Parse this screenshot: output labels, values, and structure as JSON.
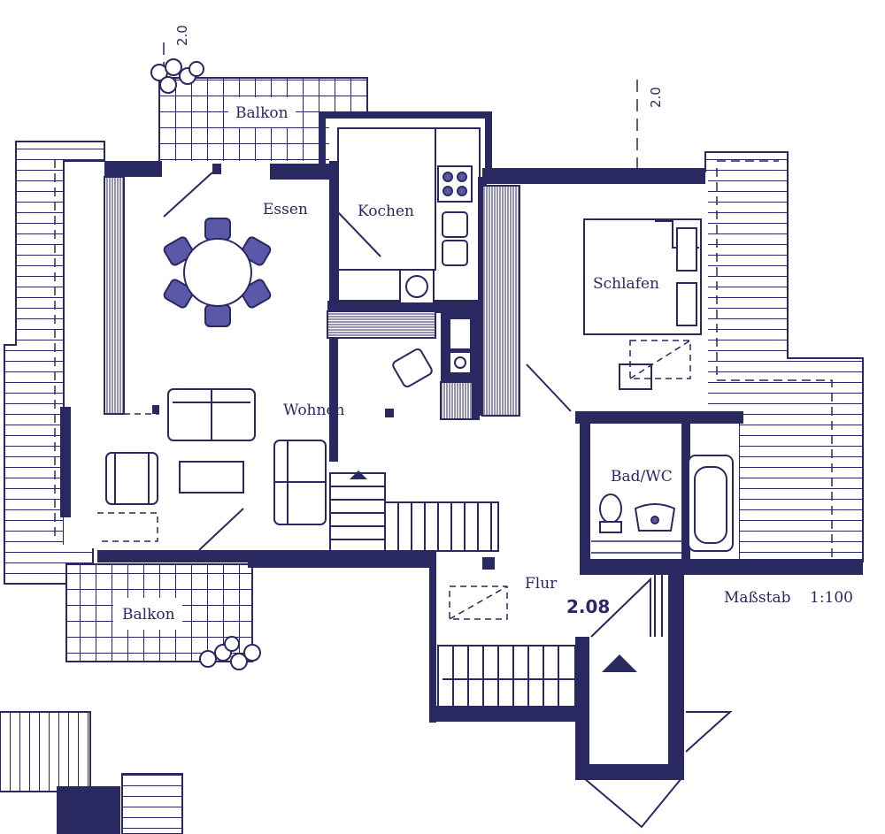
{
  "rooms": {
    "balkon_top": "Balkon",
    "essen": "Essen",
    "kochen": "Kochen",
    "schlafen": "Schlafen",
    "wohnen": "Wohnen",
    "bad": "Bad/WC",
    "flur": "Flur",
    "balkon_bottom": "Balkon"
  },
  "unit_number": "2.08",
  "scale_label": "Maßstab",
  "scale_value": "1:100",
  "axis_labels": {
    "left": "2.0",
    "right": "2.0"
  },
  "colors": {
    "ink": "#2a2860",
    "fill": "#5a58a8",
    "paper": "#ffffff"
  }
}
